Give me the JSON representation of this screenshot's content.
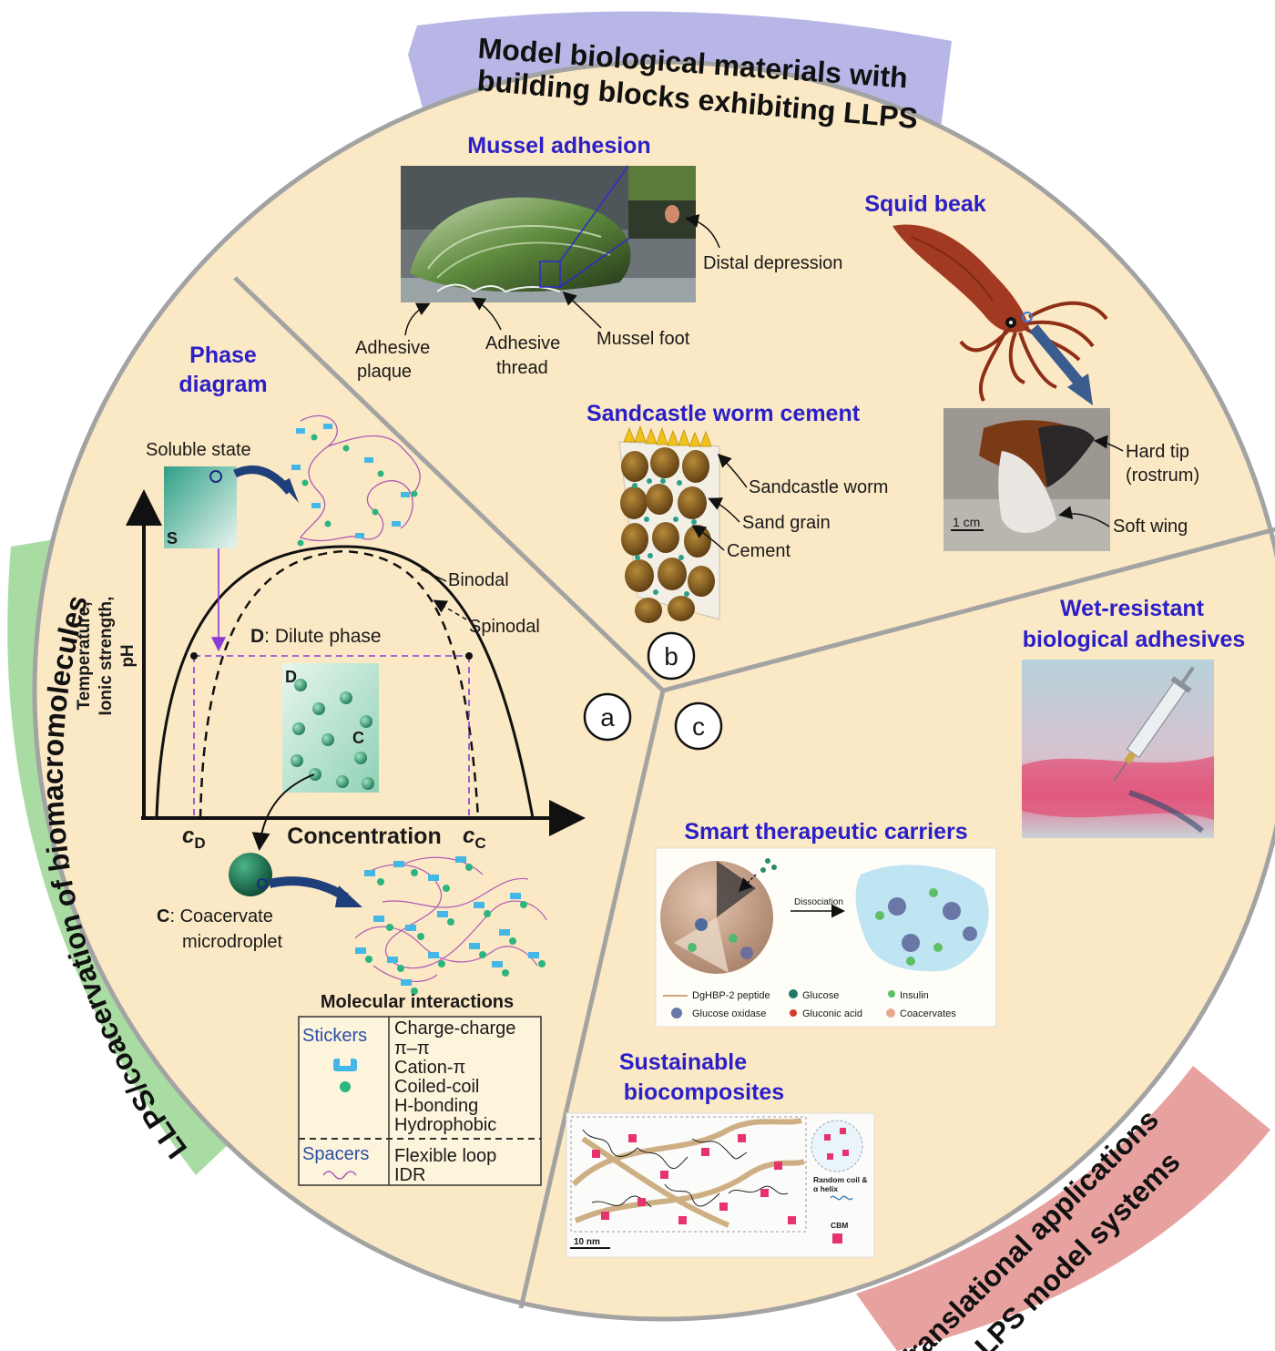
{
  "bands": {
    "top_line1": "Model biological materials with",
    "top_line2": "building blocks exhibiting LLPS",
    "left": "LLPS/coacervation of biomacromolecules",
    "bottom_line1": "Translational applications",
    "bottom_line2": "of LLPS model systems"
  },
  "panels": {
    "a": "a",
    "b": "b",
    "c": "c"
  },
  "phase": {
    "title_line1": "Phase",
    "title_line2": "diagram",
    "soluble_state": "Soluble state",
    "s_label": "S",
    "y_axis_line1": "Temperature,",
    "y_axis_line2": "Ionic strength,",
    "y_axis_line3": "pH",
    "x_axis": "Concentration",
    "binodal": "Binodal",
    "spinodal": "Spinodal",
    "dilute_bold": "D",
    "dilute_rest": ": Dilute phase",
    "d_label": "D",
    "c_label": "C",
    "cd_main": "c",
    "cd_sub": "D",
    "cc_main": "c",
    "cc_sub": "C",
    "coacervate_bold": "C",
    "coacervate_rest": ": Coacervate",
    "coacervate_line2": "microdroplet"
  },
  "interactions": {
    "title": "Molecular interactions",
    "stickers": "Stickers",
    "sticker_items": [
      "Charge-charge",
      "π–π",
      "Cation-π",
      "Coiled-coil",
      "H-bonding",
      "Hydrophobic"
    ],
    "spacers": "Spacers",
    "spacer_items": [
      "Flexible loop",
      "IDR"
    ]
  },
  "mussel": {
    "title": "Mussel adhesion",
    "distal": "Distal depression",
    "plaque_line1": "Adhesive",
    "plaque_line2": "plaque",
    "thread_line1": "Adhesive",
    "thread_line2": "thread",
    "foot": "Mussel foot"
  },
  "squid": {
    "title": "Squid beak",
    "hard_tip_line1": "Hard tip",
    "hard_tip_line2": "(rostrum)",
    "soft_wing": "Soft wing",
    "scale": "1 cm"
  },
  "sandcastle": {
    "title": "Sandcastle worm cement",
    "worm": "Sandcastle worm",
    "grain": "Sand grain",
    "cement": "Cement"
  },
  "adhesives": {
    "title_line1": "Wet-resistant",
    "title_line2": "biological adhesives"
  },
  "carriers": {
    "title": "Smart therapeutic carriers",
    "dissociation": "Dissociation",
    "legend": [
      "DgHBP-2 peptide",
      "Glucose",
      "Insulin",
      "Glucose oxidase",
      "Gluconic acid",
      "Coacervates"
    ]
  },
  "biocomposites": {
    "title_line1": "Sustainable",
    "title_line2": "biocomposites",
    "random_coil_line1": "Random coil &",
    "random_coil_line2": "α helix",
    "cbm": "CBM",
    "scale": "10 nm"
  },
  "colors": {
    "disc": "#fbe8c4",
    "disc_border": "#a3a3a3",
    "top_band": "#b8b6e6",
    "left_band": "#a8dca2",
    "bottom_band": "#e7a2a0",
    "title_blue": "#2b1fc7"
  }
}
